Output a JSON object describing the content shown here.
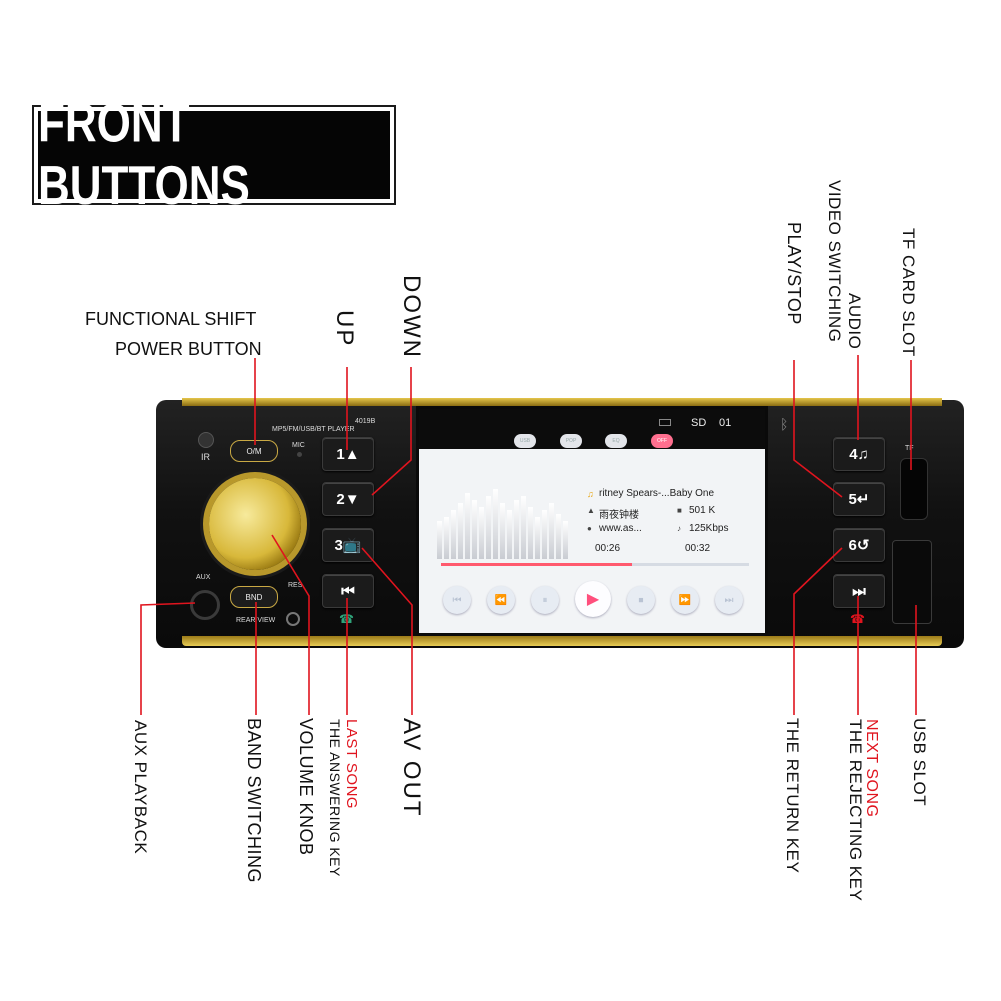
{
  "title": "FRONT BUTTONS",
  "labels": {
    "functional_shift": "FUNCTIONAL SHIFT",
    "power_button": "POWER BUTTON",
    "up": "UP",
    "down": "DOWN",
    "play_stop": "PLAY/STOP",
    "audio": "AUDIO",
    "video_switching": "VIDEO SWITCHING",
    "tf_card_slot": "TF CARD SLOT",
    "aux_playback": "AUX PLAYBACK",
    "band_switching": "BAND SWITCHING",
    "volume_knob": "VOLUME KNOB",
    "last_song": "LAST SONG",
    "answering_key": "THE ANSWERING KEY",
    "av_out": "AV OUT",
    "return_key": "THE RETURN KEY",
    "next_song": "NEXT SONG",
    "rejecting_key": "THE REJECTING KEY",
    "usb_slot": "USB SLOT"
  },
  "device": {
    "model": "4019B",
    "subtitle": "MP5/FM/USB/BT PLAYER",
    "ir": "IR",
    "mic": "MIC",
    "aux": "AUX",
    "res": "RES",
    "rear_view": "REAR VIEW",
    "om_button": "O/M",
    "bnd_button": "BND",
    "tf": "TF",
    "left_buttons": [
      "1▲",
      "2▼",
      "3📺",
      "⏮"
    ],
    "right_buttons": [
      "4♫",
      "5↵",
      "6↺",
      "⏭"
    ]
  },
  "screen": {
    "status_source": "SD",
    "status_track": "01",
    "chips": [
      "USB",
      "POP",
      "EQ",
      "OFF"
    ],
    "song": "ritney Spears-...Baby One",
    "song_sub": "雨夜钟楼",
    "site": "www.as...",
    "size": "501 K",
    "bitrate": "125Kbps",
    "time_elapsed": "00:26",
    "time_total": "00:32",
    "progress": 0.62,
    "controls": [
      "⏮",
      "⏪",
      "⏸",
      "▶",
      "⏹",
      "⏩",
      "⏭"
    ]
  },
  "colors": {
    "accent_red": "#e0141e",
    "gold": "#d8b83a",
    "play_pink": "#ff4f7d"
  }
}
